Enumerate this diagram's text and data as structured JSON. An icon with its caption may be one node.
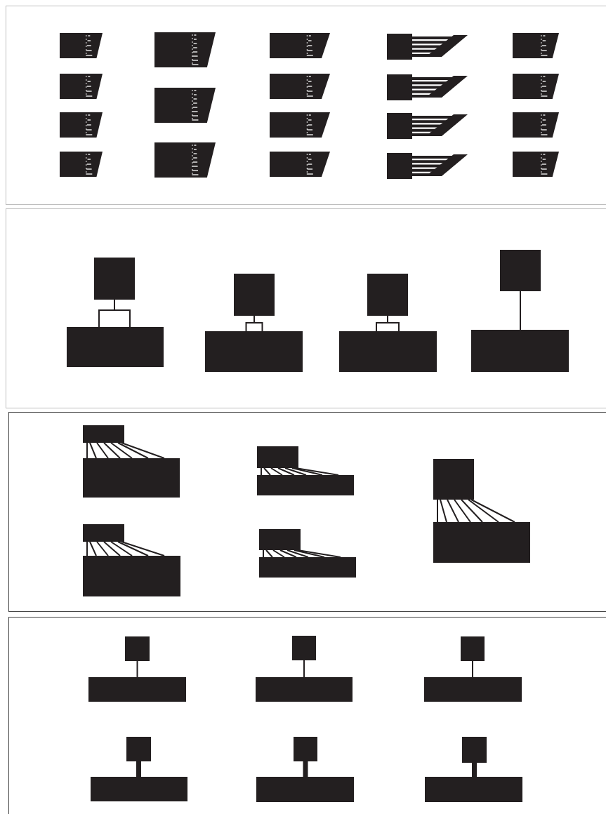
{
  "diagram": {
    "nodes": [
      {
        "text": [],
        "shape": "box"
      },
      {
        "text": [],
        "shape": "box"
      },
      {
        "text": [],
        "shape": "box"
      },
      {
        "text": [],
        "shape": "box"
      },
      {
        "text": [],
        "shape": "box"
      },
      {
        "text": [],
        "shape": "box"
      },
      {
        "text": [],
        "shape": "box"
      },
      {
        "text": [],
        "shape": "box"
      },
      {
        "text": [],
        "shape": "box"
      },
      {
        "text": [],
        "shape": "box"
      },
      {
        "text": [],
        "shape": "box"
      },
      {
        "text": [],
        "shape": "box"
      },
      {
        "text": [],
        "shape": "box"
      },
      {
        "text": [],
        "shape": "box"
      },
      {
        "text": [],
        "shape": "box"
      },
      {
        "text": [],
        "shape": "box"
      },
      {
        "text": [],
        "shape": "box"
      },
      {
        "text": [],
        "shape": "box"
      },
      {
        "text": [],
        "shape": "box"
      },
      {
        "text": [],
        "shape": "box"
      },
      {
        "text": [],
        "shape": "box"
      },
      {
        "text": [],
        "shape": "box"
      },
      {
        "text": [],
        "shape": "box"
      },
      {
        "text": [],
        "shape": "box"
      },
      {
        "text": [],
        "shape": "box"
      },
      {
        "text": [],
        "shape": "box"
      },
      {
        "text": [],
        "shape": "box"
      },
      {
        "text": [],
        "shape": "box"
      },
      {
        "text": [],
        "shape": "box"
      },
      {
        "text": [],
        "shape": "box"
      }
    ],
    "edges": [
      {
        "from": 0,
        "to": 1,
        "arrow": "none"
      },
      {
        "from": 2,
        "to": 3,
        "arrow": "none"
      },
      {
        "from": 4,
        "to": 5,
        "arrow": "none"
      },
      {
        "from": 6,
        "to": 7,
        "arrow": "none"
      },
      {
        "from": 8,
        "to": 9,
        "arrow": "none"
      },
      {
        "from": 8,
        "to": 9,
        "arrow": "none"
      },
      {
        "from": 8,
        "to": 9,
        "arrow": "none"
      },
      {
        "from": 8,
        "to": 9,
        "arrow": "none"
      },
      {
        "from": 8,
        "to": 9,
        "arrow": "none"
      },
      {
        "from": 8,
        "to": 9,
        "arrow": "none"
      },
      {
        "from": 8,
        "to": 9,
        "arrow": "none"
      },
      {
        "from": 10,
        "to": 11,
        "arrow": "none"
      },
      {
        "from": 10,
        "to": 11,
        "arrow": "none"
      },
      {
        "from": 10,
        "to": 11,
        "arrow": "none"
      },
      {
        "from": 10,
        "to": 11,
        "arrow": "none"
      },
      {
        "from": 10,
        "to": 11,
        "arrow": "none"
      },
      {
        "from": 10,
        "to": 11,
        "arrow": "none"
      },
      {
        "from": 10,
        "to": 11,
        "arrow": "none"
      },
      {
        "from": 12,
        "to": 13,
        "arrow": "none"
      },
      {
        "from": 12,
        "to": 13,
        "arrow": "none"
      },
      {
        "from": 12,
        "to": 13,
        "arrow": "none"
      },
      {
        "from": 12,
        "to": 13,
        "arrow": "none"
      },
      {
        "from": 12,
        "to": 13,
        "arrow": "none"
      },
      {
        "from": 12,
        "to": 13,
        "arrow": "none"
      },
      {
        "from": 12,
        "to": 13,
        "arrow": "none"
      },
      {
        "from": 14,
        "to": 15,
        "arrow": "none"
      },
      {
        "from": 14,
        "to": 15,
        "arrow": "none"
      },
      {
        "from": 14,
        "to": 15,
        "arrow": "none"
      },
      {
        "from": 14,
        "to": 15,
        "arrow": "none"
      },
      {
        "from": 14,
        "to": 15,
        "arrow": "none"
      },
      {
        "from": 14,
        "to": 15,
        "arrow": "none"
      },
      {
        "from": 14,
        "to": 15,
        "arrow": "none"
      },
      {
        "from": 16,
        "to": 17,
        "arrow": "none"
      },
      {
        "from": 16,
        "to": 17,
        "arrow": "none"
      },
      {
        "from": 16,
        "to": 17,
        "arrow": "none"
      },
      {
        "from": 16,
        "to": 17,
        "arrow": "none"
      },
      {
        "from": 16,
        "to": 17,
        "arrow": "none"
      },
      {
        "from": 16,
        "to": 17,
        "arrow": "none"
      },
      {
        "from": 16,
        "to": 17,
        "arrow": "none"
      },
      {
        "from": 18,
        "to": 19,
        "arrow": "none"
      },
      {
        "from": 20,
        "to": 21,
        "arrow": "none"
      },
      {
        "from": 22,
        "to": 23,
        "arrow": "none"
      },
      {
        "from": 24,
        "to": 25,
        "arrow": "none",
        "style": "thick"
      },
      {
        "from": 26,
        "to": 27,
        "arrow": "none",
        "style": "thick"
      },
      {
        "from": 28,
        "to": 29,
        "arrow": "none",
        "style": "thick"
      }
    ]
  }
}
